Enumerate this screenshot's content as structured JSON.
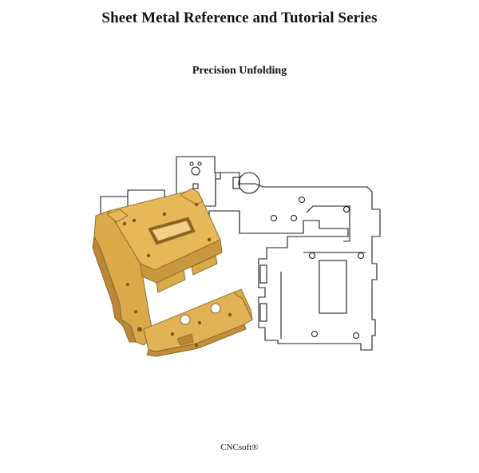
{
  "document": {
    "title": "Sheet Metal Reference and Tutorial Series",
    "subtitle": "Precision Unfolding",
    "footer": "CNCsoft®"
  },
  "illustration": {
    "part_color": "#d9a94a",
    "line_color": "#1a1a1a"
  }
}
